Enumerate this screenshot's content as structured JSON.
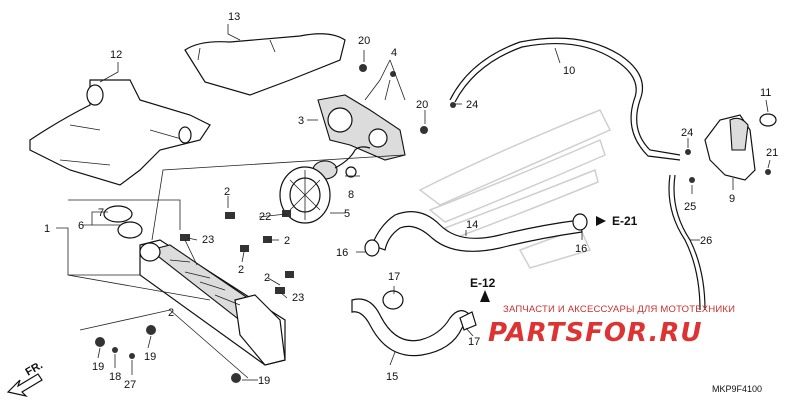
{
  "diagram": {
    "callouts": [
      "1",
      "2",
      "2",
      "2",
      "2",
      "2",
      "3",
      "4",
      "5",
      "6",
      "7",
      "8",
      "9",
      "10",
      "11",
      "12",
      "13",
      "14",
      "15",
      "16",
      "16",
      "17",
      "17",
      "18",
      "19",
      "19",
      "19",
      "20",
      "20",
      "21",
      "22",
      "23",
      "23",
      "24",
      "24",
      "25",
      "26",
      "27"
    ],
    "references": {
      "e21": "E-21",
      "e12": "E-12",
      "direction": "FR."
    },
    "code": "MKP9F4100",
    "watermark": {
      "text": "ЗАПЧАСТИ И АКСЕССУАРЫ ДЛЯ МОТОТЕХНИКИ",
      "logo": "PARTSFOR.RU"
    }
  }
}
